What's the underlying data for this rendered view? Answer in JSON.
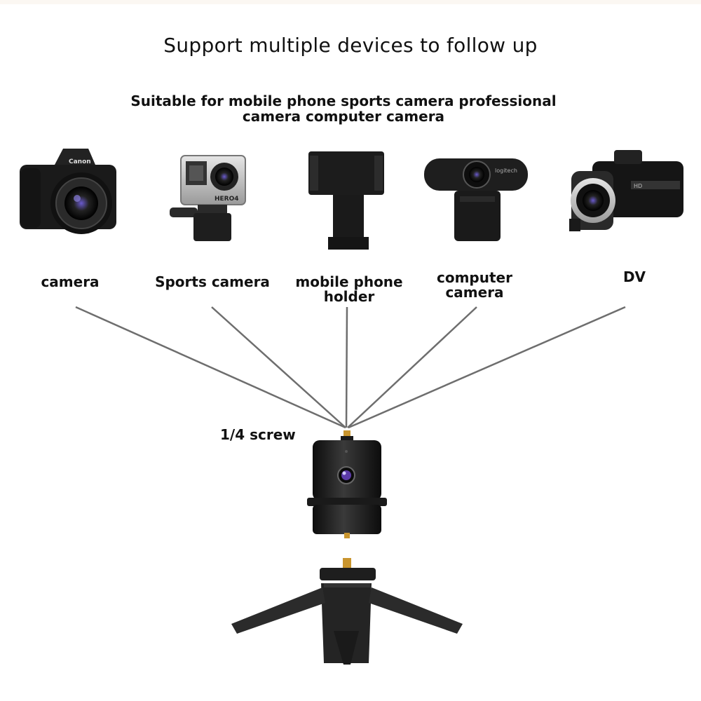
{
  "title": "Support multiple devices to follow up",
  "subtitle": "Suitable for mobile phone sports camera professional camera computer camera",
  "devices": [
    {
      "label": "camera",
      "icon": "dslr-camera-icon"
    },
    {
      "label": "Sports camera",
      "icon": "action-camera-icon"
    },
    {
      "label": "mobile phone holder",
      "icon": "phone-holder-icon"
    },
    {
      "label": "computer camera",
      "icon": "webcam-icon"
    },
    {
      "label": "DV",
      "icon": "camcorder-icon"
    }
  ],
  "screw_label": "1/4 screw",
  "device_brands": {
    "camera": "Canon",
    "sports_camera": "HERO4",
    "webcam": "logitech",
    "dv": "HD"
  },
  "colors": {
    "line": "#6e6e6e",
    "body": "#1c1c1c",
    "brass": "#c9952e",
    "lens_accent": "#5b3aa8"
  }
}
